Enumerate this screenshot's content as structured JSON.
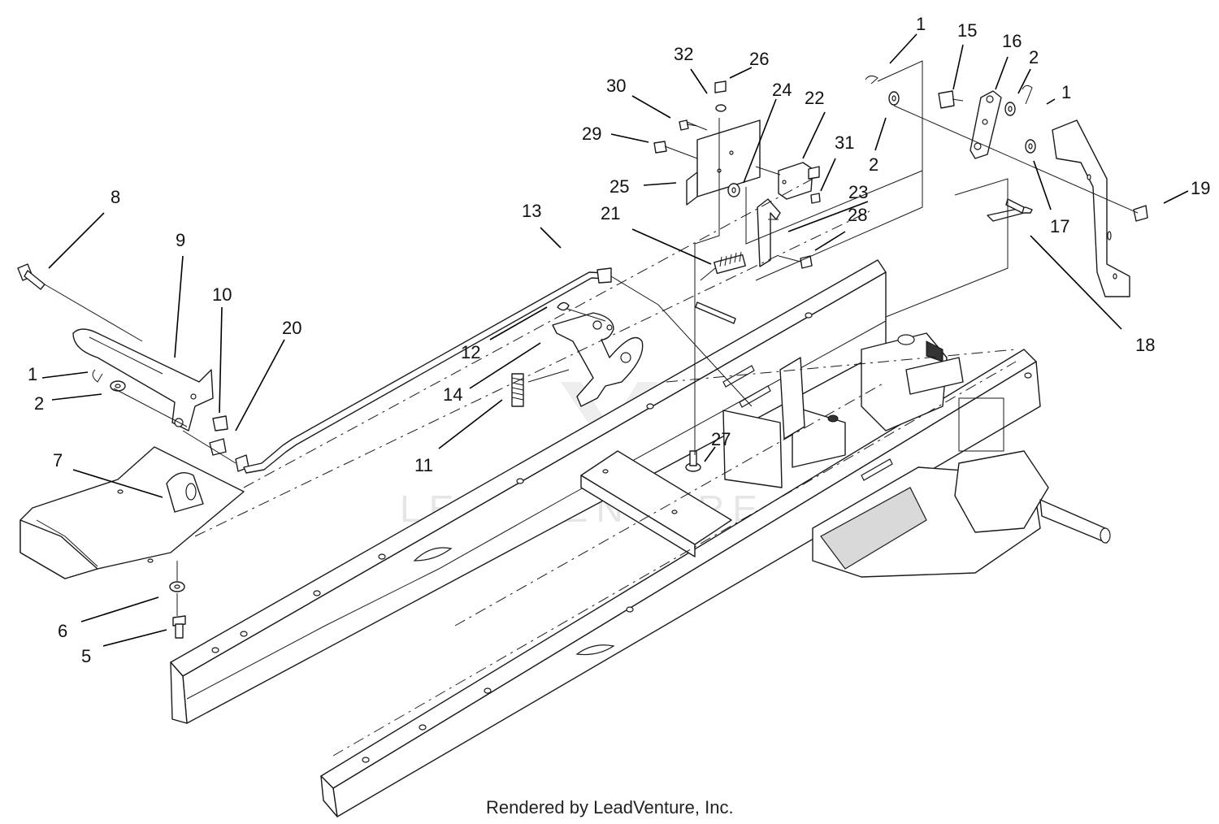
{
  "diagram": {
    "credit": "Rendered by LeadVenture, Inc.",
    "watermark": "LEADVENTURE",
    "callouts": [
      "1",
      "15",
      "16",
      "2",
      "1",
      "32",
      "26",
      "30",
      "24",
      "22",
      "29",
      "31",
      "2",
      "25",
      "23",
      "21",
      "28",
      "19",
      "17",
      "18",
      "8",
      "13",
      "9",
      "10",
      "20",
      "12",
      "14",
      "1",
      "2",
      "11",
      "27",
      "7",
      "6",
      "5"
    ]
  },
  "icons": {
    "watermark_logo": "leadventure-logo-icon"
  }
}
